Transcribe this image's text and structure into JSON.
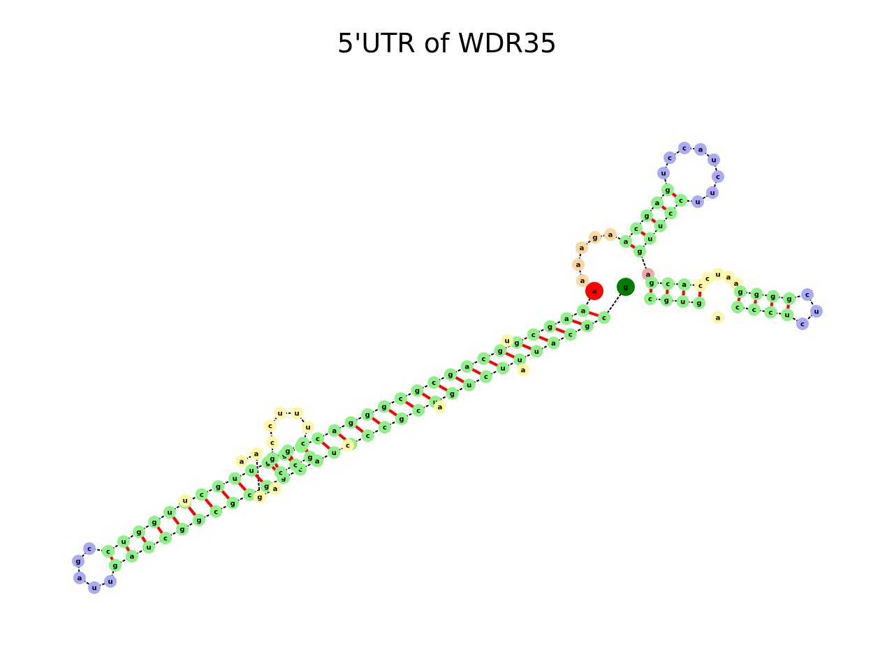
{
  "title": "5'UTR of WDR35",
  "colors": {
    "stem": "#90f08a",
    "hairpin": "#aaaaf6",
    "bulge": "#fff7a8",
    "multiloop": "#fcd8a0",
    "junction": "#f0a8a8",
    "five_prime": "#ff0000",
    "three_prime": "#007a00",
    "backbone": "#000000",
    "pair": "#ff0000"
  },
  "sequence": {
    "five_prime_end": "a",
    "three_prime_end": "g",
    "multiloop_unpaired": [
      "a",
      "a",
      "a",
      "g",
      "a",
      "a"
    ],
    "junction_base": "a",
    "hairpin_upper_loop": [
      "u",
      "c",
      "c",
      "a",
      "u",
      "c",
      "u",
      "u"
    ],
    "hairpin_upper_stem_5p": [
      "a",
      "c",
      "g",
      "a",
      "g"
    ],
    "hairpin_upper_stem_3p": [
      "g",
      "u",
      "u",
      "c"
    ],
    "right_branch_stem_5p": [
      "g",
      "c",
      "a",
      "c"
    ],
    "right_branch_stem_3p": [
      "c",
      "g",
      "u",
      "g"
    ],
    "right_branch_interior_loop_top": [
      "c",
      "u",
      "a"
    ],
    "right_branch_interior_loop_bottom": [
      "a"
    ],
    "right_branch_outer_stem_5p": [
      "g",
      "g",
      "g",
      "g"
    ],
    "right_branch_outer_stem_3p": [
      "c",
      "c",
      "c",
      "u"
    ],
    "right_branch_hairpin": [
      "c",
      "u",
      "c"
    ],
    "main_stem_top_strand": [
      "g",
      "c",
      "g",
      "u",
      "u",
      "g",
      "g",
      "c",
      "c",
      "a",
      "g",
      "g",
      "g",
      "c",
      "g",
      "c",
      "g",
      "a",
      "c",
      "g",
      "g",
      "c",
      "g",
      "a",
      "a"
    ],
    "main_stem_bottom_strand": [
      "c",
      "c",
      "g",
      "c",
      "g",
      "g",
      "c",
      "a",
      "u",
      "c",
      "c",
      "c",
      "g",
      "c",
      "u",
      "g",
      "u",
      "c",
      "u",
      "u",
      "u",
      "a",
      "c",
      "g",
      "c"
    ],
    "side_hairpin_loop": [
      "c",
      "c",
      "u",
      "u",
      "u"
    ],
    "lower_stem_top_strand": [
      "c",
      "u",
      "g",
      "g",
      "u",
      "c",
      "u",
      "a",
      "c",
      "u",
      "c",
      "c"
    ],
    "lower_stem_bottom_strand": [
      "g",
      "a",
      "u",
      "c",
      "g",
      "g",
      "a",
      "g",
      "a",
      "g",
      "g"
    ],
    "bottom_hairpin_loop": [
      "c",
      "g",
      "a",
      "u",
      "u"
    ],
    "bulge_loop_bases": [
      "a",
      "a",
      "g",
      "a"
    ],
    "interior_small_loops": [
      "u",
      "a",
      "c",
      "a",
      "u"
    ]
  }
}
